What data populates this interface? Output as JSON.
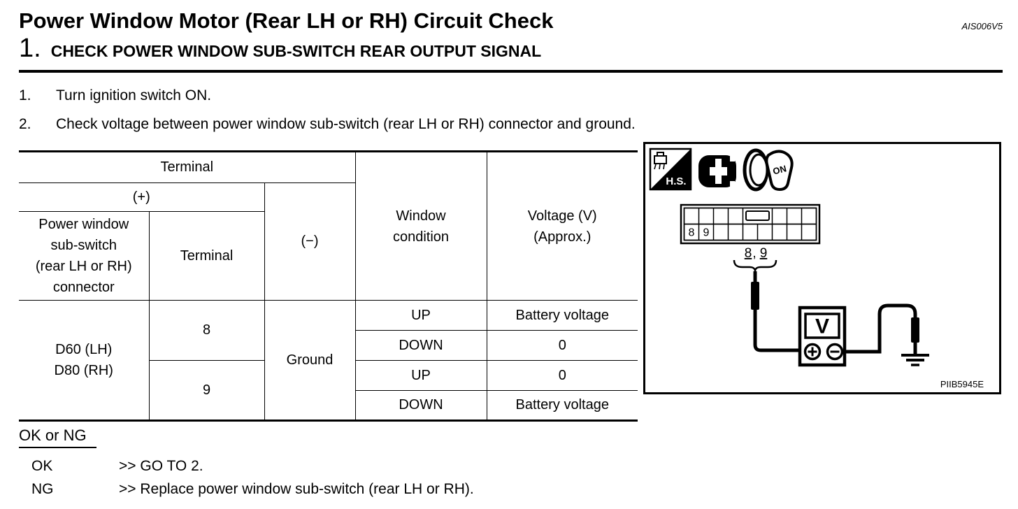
{
  "header": {
    "title": "Power Window Motor (Rear LH or RH) Circuit Check",
    "doc_code": "AIS006V5",
    "step_number": "1.",
    "step_title": "CHECK POWER WINDOW SUB-SWITCH REAR OUTPUT SIGNAL"
  },
  "steps": [
    {
      "num": "1.",
      "text": "Turn ignition switch ON."
    },
    {
      "num": "2.",
      "text": "Check voltage between power window sub-switch (rear LH or RH) connector and ground."
    }
  ],
  "table": {
    "terminal_group": "Terminal",
    "plus": "(+)",
    "minus": "(−)",
    "connector_header_lines": [
      "Power window",
      "sub-switch",
      "(rear LH or RH)",
      "connector"
    ],
    "terminal_header": "Terminal",
    "window_condition_lines": [
      "Window",
      "condition"
    ],
    "voltage_lines": [
      "Voltage (V)",
      "(Approx.)"
    ],
    "connector_id_lines": [
      "D60 (LH)",
      "D80 (RH)"
    ],
    "terminal_8": "8",
    "terminal_9": "9",
    "ground": "Ground",
    "rows": [
      {
        "condition": "UP",
        "voltage": "Battery voltage"
      },
      {
        "condition": "DOWN",
        "voltage": "0"
      },
      {
        "condition": "UP",
        "voltage": "0"
      },
      {
        "condition": "DOWN",
        "voltage": "Battery voltage"
      }
    ]
  },
  "results": {
    "heading": "OK or NG",
    "items": [
      {
        "label": "OK",
        "action": ">> GO TO 2."
      },
      {
        "label": "NG",
        "action": ">> Replace power window sub-switch (rear LH or RH)."
      }
    ]
  },
  "diagram": {
    "hs_label": "H.S.",
    "key_position": "ON",
    "pin_8": "8",
    "pin_9": "9",
    "callout_8": "8",
    "callout_comma": ",",
    "callout_9": "9",
    "voltmeter_label": "V",
    "figure_code": "PIIB5945E"
  }
}
